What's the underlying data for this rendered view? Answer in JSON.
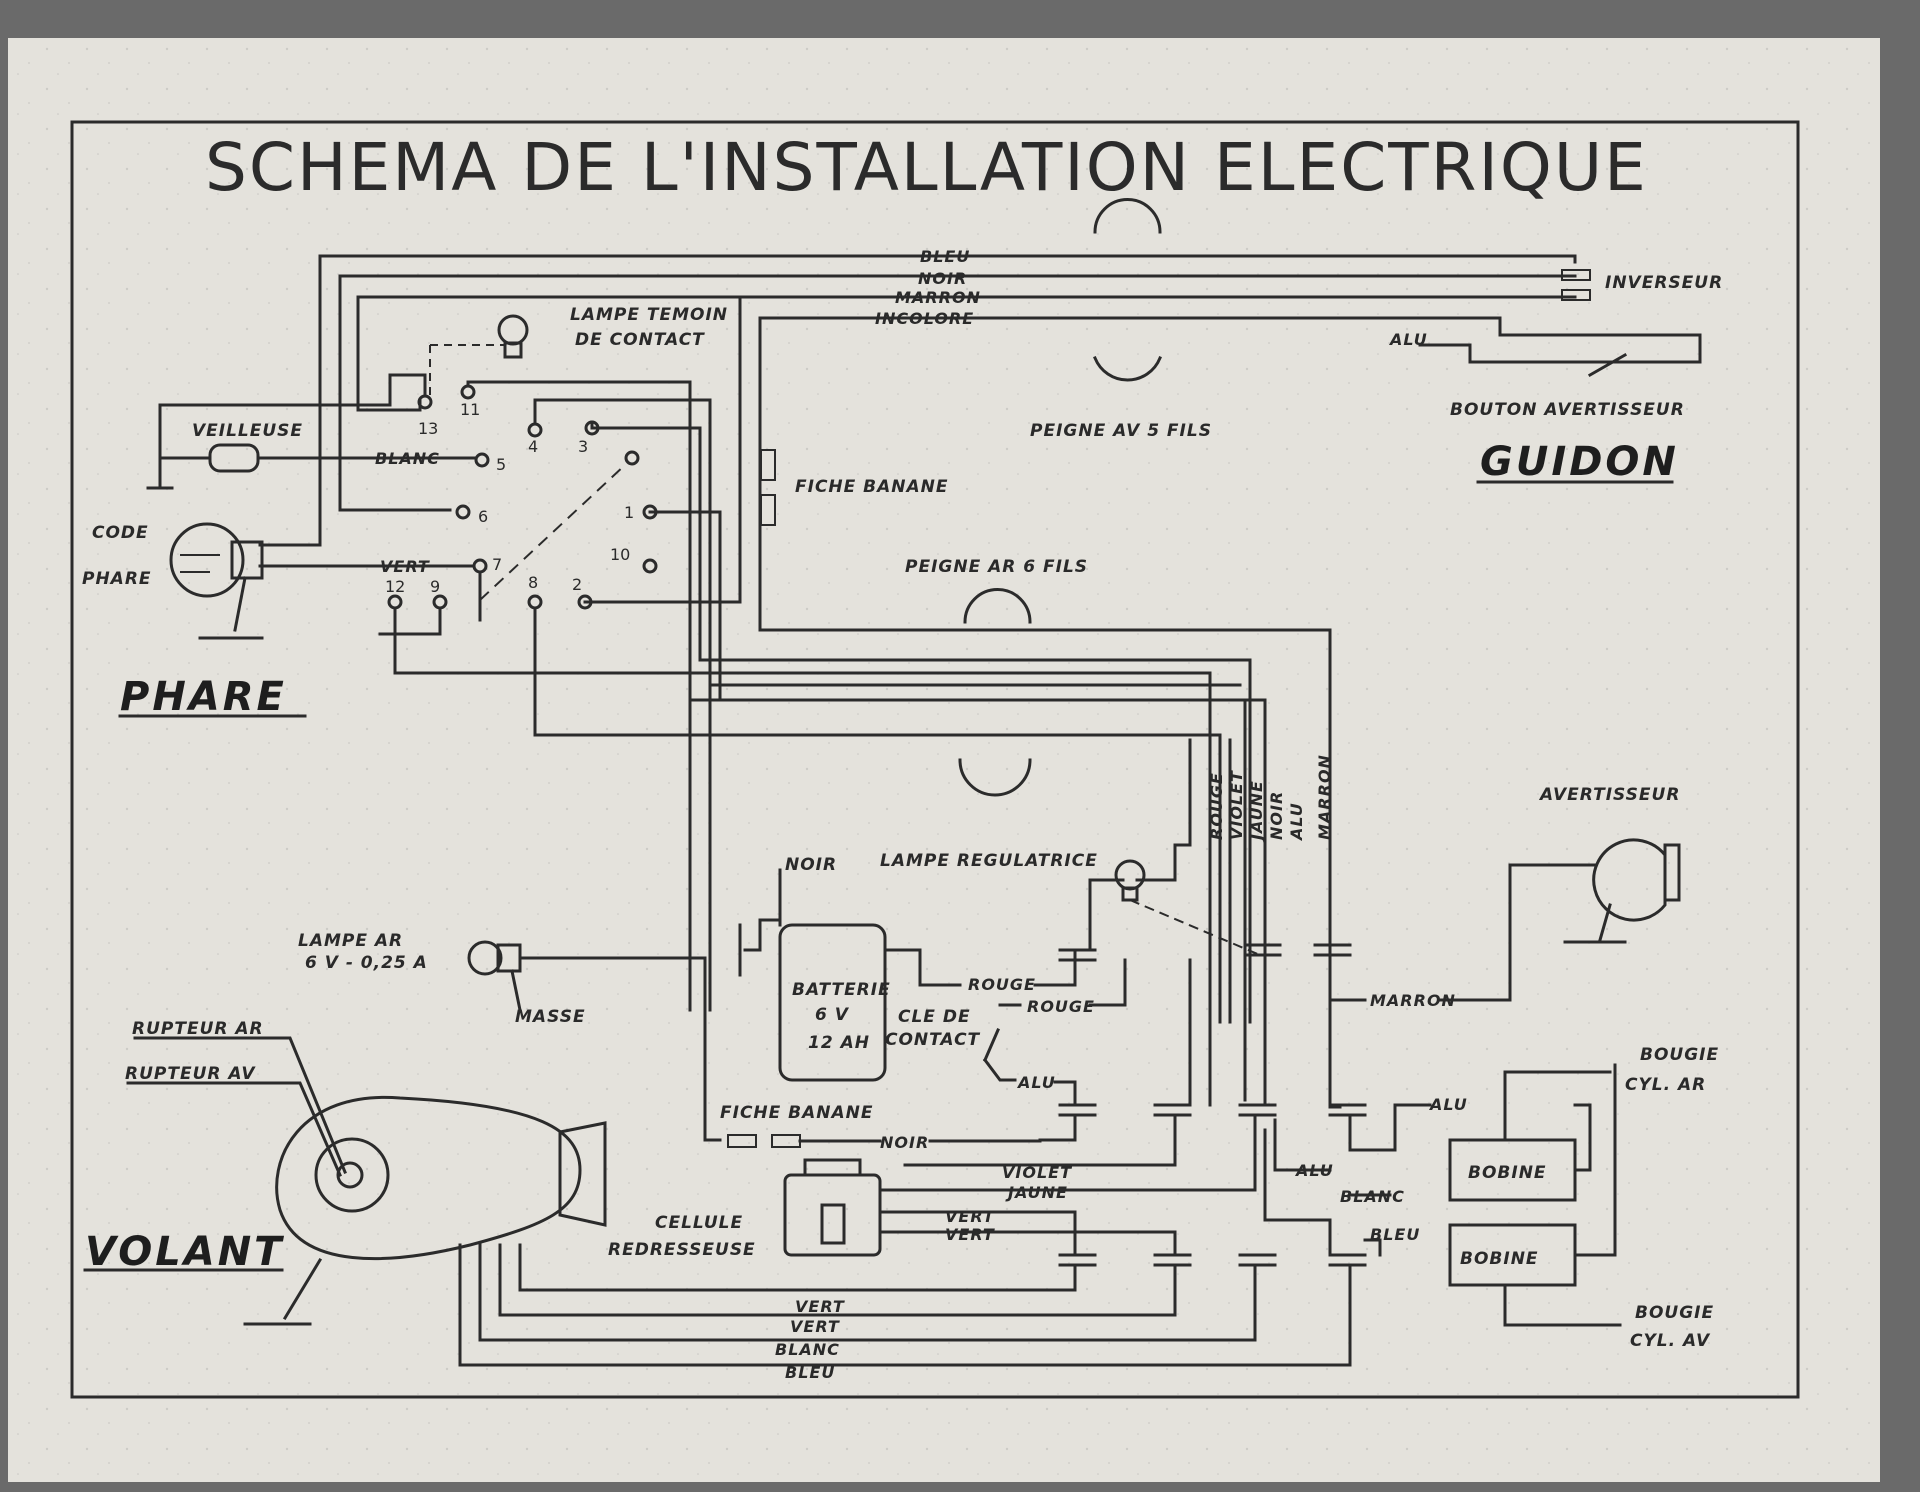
{
  "title": "SCHEMA DE L'INSTALLATION ELECTRIQUE",
  "sections": {
    "phare": "PHARE",
    "guidon": "GUIDON",
    "volant": "VOLANT"
  },
  "labels": {
    "lampe_temoin_1": "LAMPE TEMOIN",
    "lampe_temoin_2": "DE CONTACT",
    "veilleuse": "VEILLEUSE",
    "code": "CODE",
    "phare_bulb": "PHARE",
    "inverseur": "INVERSEUR",
    "bouton_avertisseur": "BOUTON AVERTISSEUR",
    "peigne_5": "PEIGNE AV 5 FILS",
    "peigne_6": "PEIGNE AR 6 FILS",
    "fiche_banane_top": "FICHE BANANE",
    "avertisseur": "AVERTISSEUR",
    "lampe_regulatrice": "LAMPE REGULATRICE",
    "noir_bat": "NOIR",
    "batterie_1": "BATTERIE",
    "batterie_2": "6 V",
    "batterie_3": "12 AH",
    "cle_1": "CLE DE",
    "cle_2": "CONTACT",
    "lampe_ar_1": "LAMPE AR",
    "lampe_ar_2": "6 V - 0,25 A",
    "masse": "MASSE",
    "rupteur_ar": "RUPTEUR AR",
    "rupteur_av": "RUPTEUR AV",
    "fiche_banane_bottom": "FICHE BANANE",
    "cellule_1": "CELLULE",
    "cellule_2": "REDRESSEUSE",
    "bougie_top_1": "BOUGIE",
    "bougie_top_2": "CYL. AR",
    "bougie_bot_1": "BOUGIE",
    "bougie_bot_2": "CYL. AV",
    "bobine_1": "BOBINE",
    "bobine_2": "BOBINE"
  },
  "wires_top": [
    "BLEU",
    "NOIR",
    "MARRON",
    "INCOLORE"
  ],
  "wire_labels": {
    "alu_top": "ALU",
    "blanc_phare": "BLANC",
    "vert_phare": "VERT",
    "rouge_1": "ROUGE",
    "rouge_2": "ROUGE",
    "alu_cle": "ALU",
    "marron": "MARRON",
    "noir_bottom": "NOIR",
    "violet": "VIOLET",
    "jaune": "JAUNE",
    "vert_a": "VERT",
    "vert_b": "VERT",
    "alu_r1": "ALU",
    "alu_r2": "ALU",
    "blanc_r": "BLANC",
    "bleu_r": "BLEU",
    "vert_c": "VERT",
    "vert_d": "VERT",
    "blanc_b": "BLANC",
    "bleu_b": "BLEU"
  },
  "vertical_wires": [
    "ROUGE",
    "VIOLET",
    "JAUNE",
    "NOIR",
    "ALU",
    "MARRON"
  ],
  "terminals": [
    "13",
    "11",
    "4",
    "3",
    "5",
    "6",
    "1",
    "10",
    "7",
    "12",
    "8",
    "2",
    "9"
  ]
}
